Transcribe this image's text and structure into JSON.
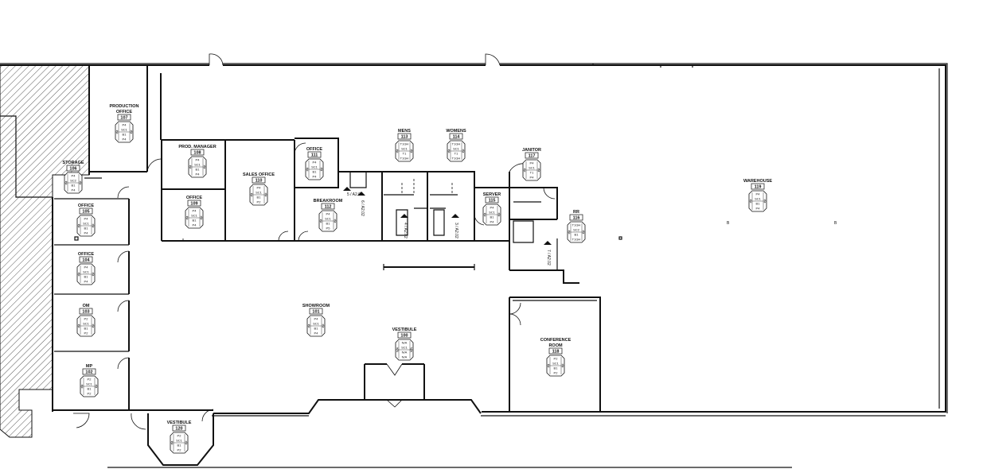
{
  "drawing": {
    "type": "architectural floor plan"
  },
  "rooms": [
    {
      "id": "production-office",
      "name": "PRODUCTION\nOFFICE",
      "number": "107",
      "tag": [
        "P4",
        "SC1",
        "B1",
        "P4"
      ],
      "side": [
        "P4",
        "P4"
      ]
    },
    {
      "id": "storage",
      "name": "STORAGE",
      "number": "106",
      "tag": [
        "P4",
        "SC2",
        "B1",
        "P4"
      ],
      "side": [
        "P4",
        "P4"
      ]
    },
    {
      "id": "prod-manager",
      "name": "PROD. MANAGER",
      "number": "108",
      "tag": [
        "P4",
        "SC1",
        "B1",
        "P4"
      ],
      "side": [
        "P4",
        "P4"
      ]
    },
    {
      "id": "office-109",
      "name": "OFFICE",
      "number": "109",
      "tag": [
        "P4",
        "SC1",
        "B1",
        "P4"
      ],
      "side": [
        "P4",
        "P4"
      ]
    },
    {
      "id": "sales-office",
      "name": "SALES OFFICE",
      "number": "110",
      "tag": [
        "P4",
        "SC1",
        "B1",
        "P2"
      ],
      "side": [
        "P4",
        "P4"
      ]
    },
    {
      "id": "office-111",
      "name": "OFFICE",
      "number": "111",
      "tag": [
        "P4",
        "SC1",
        "B1",
        "P4"
      ],
      "side": [
        "P4",
        "P4"
      ]
    },
    {
      "id": "breakroom",
      "name": "BREAKROOM",
      "number": "112",
      "tag": [
        "P4",
        "SC1",
        "B1",
        "P5"
      ],
      "side": [
        "P4",
        "P4"
      ]
    },
    {
      "id": "mens",
      "name": "MENS",
      "number": "113",
      "tag": [
        "T1GH",
        "SC1",
        "T1",
        "T1GH"
      ],
      "side": [
        "P4",
        "P4"
      ]
    },
    {
      "id": "womens",
      "name": "WOMENS",
      "number": "114",
      "tag": [
        "T1GH",
        "SC1",
        "T1",
        "T1GH"
      ],
      "side": [
        "P4",
        "P4"
      ]
    },
    {
      "id": "server",
      "name": "SERVER",
      "number": "115",
      "tag": [
        "P4",
        "SC1",
        "B1",
        "P4"
      ],
      "side": [
        "P4",
        "P4"
      ]
    },
    {
      "id": "rr",
      "name": "RR",
      "number": "116",
      "tag": [
        "T1GH",
        "SC2",
        "B1",
        "T1GH"
      ],
      "side": [
        "P4",
        "P4"
      ]
    },
    {
      "id": "janitor",
      "name": "JANITOR",
      "number": "117",
      "tag": [
        "P4",
        "SC1",
        "T1",
        "P4"
      ],
      "side": [
        "P4",
        "P4"
      ]
    },
    {
      "id": "conference-room",
      "name": "CONFERENCE\nROOM",
      "number": "118",
      "tag": [
        "P2",
        "SC1",
        "B1",
        "P2"
      ],
      "side": [
        "P4",
        "P4"
      ]
    },
    {
      "id": "warehouse",
      "name": "WAREHOUSE",
      "number": "119",
      "tag": [
        "P4",
        "SC1",
        "B1",
        "P4"
      ],
      "side": [
        "P4",
        "P4"
      ]
    },
    {
      "id": "office-105",
      "name": "OFFICE",
      "number": "105",
      "tag": [
        "P4",
        "SC1",
        "B1",
        "P4"
      ],
      "side": [
        "P4",
        "P4"
      ]
    },
    {
      "id": "office-104",
      "name": "OFFICE",
      "number": "104",
      "tag": [
        "P4",
        "SC1",
        "B1",
        "P4"
      ],
      "side": [
        "P4",
        "P4"
      ]
    },
    {
      "id": "om",
      "name": "OM",
      "number": "103",
      "tag": [
        "P2",
        "SC1",
        "B1",
        "P2"
      ],
      "side": [
        "P4",
        "P4"
      ]
    },
    {
      "id": "showroom",
      "name": "SHOWROOM",
      "number": "101",
      "tag": [
        "P4",
        "SC1",
        "B1",
        "P4"
      ],
      "side": [
        "P4",
        "P4"
      ]
    },
    {
      "id": "vestibule-100",
      "name": "VESTIBULE",
      "number": "100",
      "tag": [
        "N/A",
        "SC1",
        "N/A",
        "N/A"
      ],
      "side": [
        "N/A",
        "N/A"
      ]
    },
    {
      "id": "mp",
      "name": "MP",
      "number": "102",
      "tag": [
        "P2",
        "SC1",
        "B1",
        "P2"
      ],
      "side": [
        "P4",
        "P4"
      ]
    },
    {
      "id": "vestibule-120",
      "name": "VESTIBULE",
      "number": "120",
      "tag": [
        "P2",
        "SC1",
        "B1",
        "P2"
      ],
      "side": [
        "P4",
        "P4"
      ]
    }
  ],
  "section_refs": [
    "5 / A2.02",
    "6 / A2.02",
    "4 / A2.02",
    "3 / A2.02",
    "7 / A2.02"
  ]
}
